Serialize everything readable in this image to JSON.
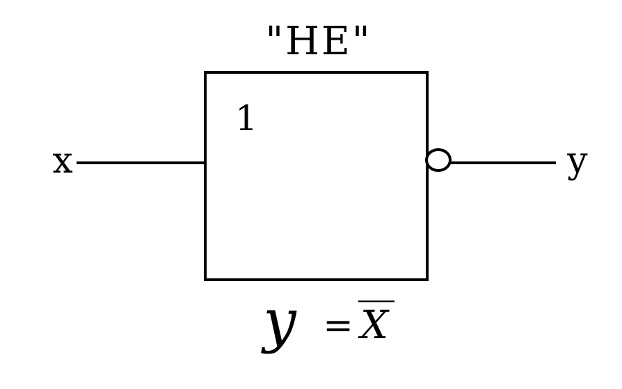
{
  "diagram": {
    "gate_name": "\"НЕ\"",
    "gate_symbol": "1",
    "input_label": "x",
    "output_label": "y",
    "formula": {
      "lhs": "y",
      "equals": "=",
      "rhs": "X"
    }
  },
  "colors": {
    "stroke": "#000000",
    "background": "#ffffff"
  }
}
